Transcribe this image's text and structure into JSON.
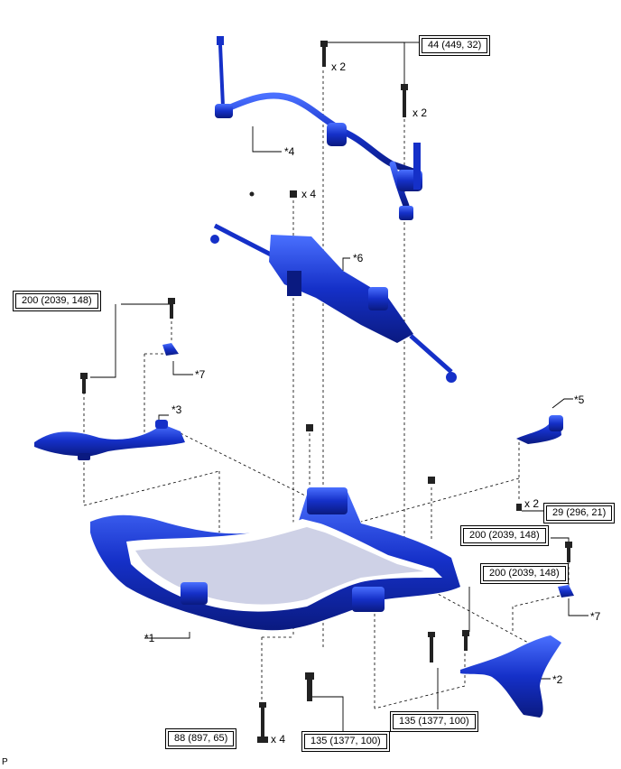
{
  "parts": {
    "p1": "*1",
    "p2": "*2",
    "p3": "*3",
    "p4": "*4",
    "p5": "*5",
    "p6": "*6",
    "p7a": "*7",
    "p7b": "*7"
  },
  "quantities": {
    "q_bolt_top_center": "x 2",
    "q_bolt_top_right": "x 2",
    "q_nut_top": "x 4",
    "q_bolt_bottom": "x 4",
    "q_nut_right": "x 2"
  },
  "torques": {
    "t_top": "44 (449, 32)",
    "t_left": "200 (2039, 148)",
    "t_right_upper": "29 (296, 21)",
    "t_right_mid": "200 (2039, 148)",
    "t_right_low": "200 (2039, 148)",
    "t_bottom_left": "88 (897, 65)",
    "t_bottom_mid": "135 (1377, 100)",
    "t_bottom_right": "135 (1377, 100)"
  },
  "corner_mark": "P",
  "colors": {
    "part": "#1530c8",
    "part_dark": "#0a1a80",
    "part_light": "#4a70ff",
    "line": "#000000"
  }
}
